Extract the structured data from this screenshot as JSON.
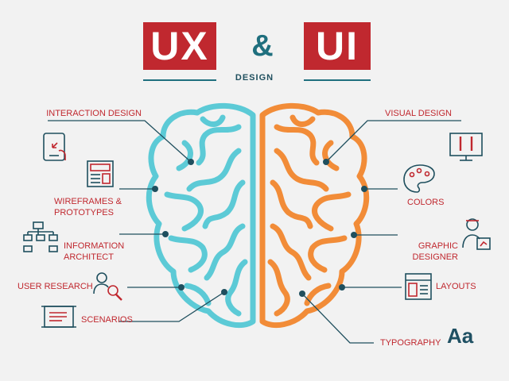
{
  "header": {
    "ux": "UX",
    "amp": "&",
    "ui": "UI",
    "design": "DESIGN"
  },
  "left_items": [
    {
      "label": "INTERACTION DESIGN",
      "icon": "tablet-touch-icon"
    },
    {
      "label": "WIREFRAMES &\nPROTOTYPES",
      "icon": "wireframe-icon"
    },
    {
      "label": "INFORMATION\nARCHITECT",
      "icon": "sitemap-icon"
    },
    {
      "label": "USER RESEARCH",
      "icon": "user-search-icon"
    },
    {
      "label": "SCENARIOS",
      "icon": "scroll-icon"
    }
  ],
  "right_items": [
    {
      "label": "VISUAL DESIGN",
      "icon": "monitor-tools-icon"
    },
    {
      "label": "COLORS",
      "icon": "palette-icon"
    },
    {
      "label": "GRAPHIC\nDESIGNER",
      "icon": "designer-icon"
    },
    {
      "label": "LAYOUTS",
      "icon": "layout-icon"
    },
    {
      "label": "TYPOGRAPHY",
      "icon": "typography-icon"
    }
  ],
  "typography_glyph": "Aa",
  "colors": {
    "red": "#c0282f",
    "teal": "#5ccad6",
    "orange": "#f28c38",
    "dark": "#1f4f5e"
  }
}
